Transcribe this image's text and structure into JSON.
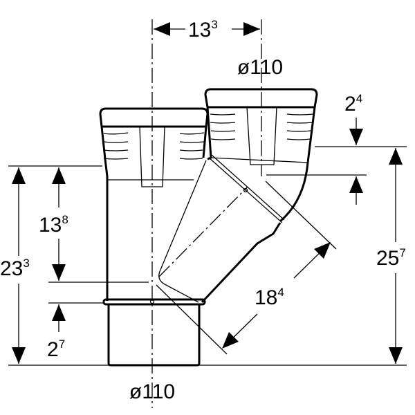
{
  "drawing": {
    "top_offset": {
      "base": "13",
      "sup": "3"
    },
    "top_diameter": "ø110",
    "bottom_diameter": "ø110",
    "left_total_height": {
      "base": "23",
      "sup": "3"
    },
    "left_branch_height": {
      "base": "13",
      "sup": "8"
    },
    "left_bead_height": {
      "base": "2",
      "sup": "7"
    },
    "right_total_height": {
      "base": "25",
      "sup": "7"
    },
    "right_socket_offset": {
      "base": "2",
      "sup": "4"
    },
    "branch_length": {
      "base": "18",
      "sup": "4"
    }
  }
}
